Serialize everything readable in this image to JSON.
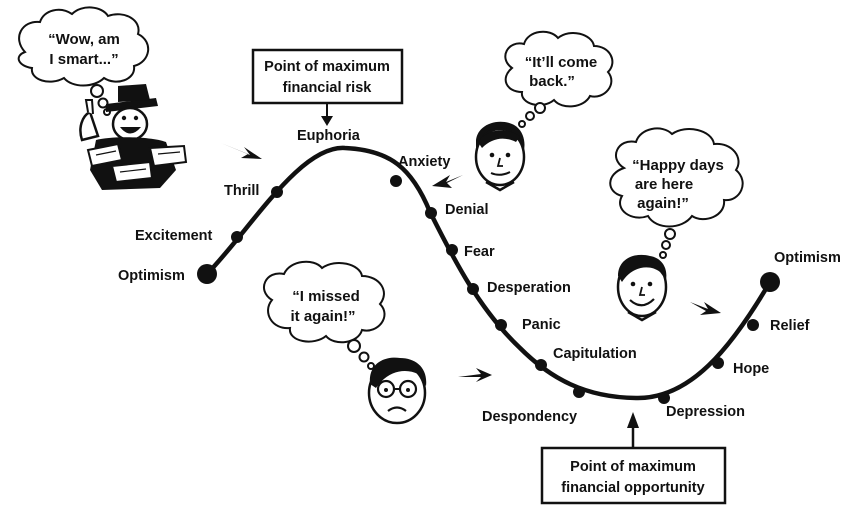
{
  "diagram": {
    "stages": [
      {
        "id": "optimism-start",
        "label": "Optimism"
      },
      {
        "id": "excitement",
        "label": "Excitement"
      },
      {
        "id": "thrill",
        "label": "Thrill"
      },
      {
        "id": "euphoria",
        "label": "Euphoria"
      },
      {
        "id": "anxiety",
        "label": "Anxiety"
      },
      {
        "id": "denial",
        "label": "Denial"
      },
      {
        "id": "fear",
        "label": "Fear"
      },
      {
        "id": "desperation",
        "label": "Desperation"
      },
      {
        "id": "panic",
        "label": "Panic"
      },
      {
        "id": "capitulation",
        "label": "Capitulation"
      },
      {
        "id": "despondency",
        "label": "Despondency"
      },
      {
        "id": "depression",
        "label": "Depression"
      },
      {
        "id": "hope",
        "label": "Hope"
      },
      {
        "id": "relief",
        "label": "Relief"
      },
      {
        "id": "optimism-end",
        "label": "Optimism"
      }
    ],
    "boxes": {
      "max_risk": {
        "line1": "Point of maximum",
        "line2": "financial risk"
      },
      "max_opportunity": {
        "line1": "Point of maximum",
        "line2": "financial opportunity"
      }
    },
    "bubbles": {
      "smart": {
        "line1": "“Wow, am",
        "line2": "I smart...”"
      },
      "come_back": {
        "line1": "“It’ll come",
        "line2": "back.”"
      },
      "happy_days": {
        "line1": "“Happy days",
        "line2": "are here",
        "line3": "again!”"
      },
      "missed": {
        "line1": "“I missed",
        "line2": "it again!”"
      }
    }
  }
}
